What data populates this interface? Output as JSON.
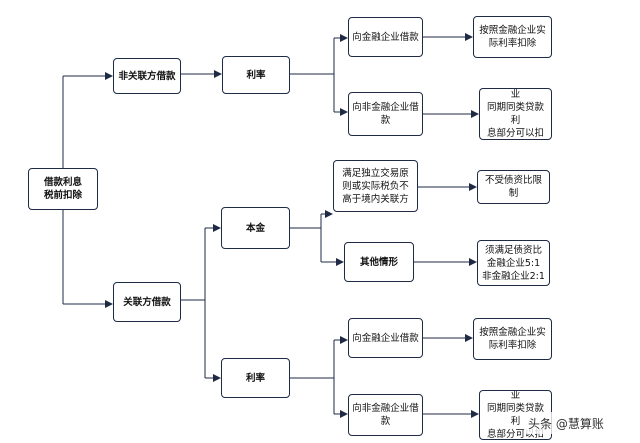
{
  "nodes": {
    "root": "借款利息\n税前扣除",
    "non_related": "非关联方借款",
    "related": "关联方借款",
    "rate_top": "利率",
    "principal": "本金",
    "rate_bottom": "利率",
    "to_fin_top": "向金融企业借款",
    "to_nonfin_top": "向非金融企业借\n款",
    "arms_length": "满足独立交易原\n则或实际税负不\n高于境内关联方",
    "other_cases": "其他情形",
    "to_fin_bottom": "向金融企业借款",
    "to_nonfin_bottom": "向非金融企业借\n款"
  },
  "outcomes": {
    "fin_top": "按照金融企业实\n际利率扣除",
    "nonfin_top": "不超过金融企业\n同期同类贷款利\n息部分可以扣除",
    "no_ratio": "不受债资比限制",
    "ratio": "须满足债资比\n金融企业5:1\n非金融企业2:1",
    "fin_bottom": "按照金融企业实\n际利率扣除",
    "nonfin_bottom": "不超过金融企业\n同期同类贷款利\n息部分可以扣除"
  },
  "watermark": {
    "text": "头条 @慧算账"
  },
  "colors": {
    "line": "#1f2a44",
    "border": "#1f2a44"
  }
}
